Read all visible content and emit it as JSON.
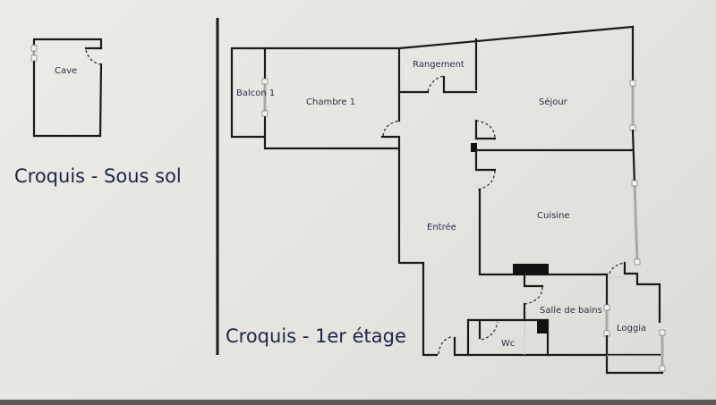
{
  "basement": {
    "title": "Croquis - Sous sol",
    "rooms": [
      {
        "label": "Cave"
      }
    ]
  },
  "first_floor": {
    "title": "Croquis - 1er étage",
    "rooms": [
      {
        "label": "Balcon 1"
      },
      {
        "label": "Chambre 1"
      },
      {
        "label": "Rangement"
      },
      {
        "label": "Séjour"
      },
      {
        "label": "Entrée"
      },
      {
        "label": "Cuisine"
      },
      {
        "label": "Salle de bains"
      },
      {
        "label": "Wc"
      },
      {
        "label": "Loggia"
      }
    ]
  },
  "colors": {
    "background": "#e6e5e1",
    "wall": "#1a1a1a",
    "window": "#a8a8a8",
    "label_text": "#2b2e48",
    "title_text": "#1e2546"
  }
}
